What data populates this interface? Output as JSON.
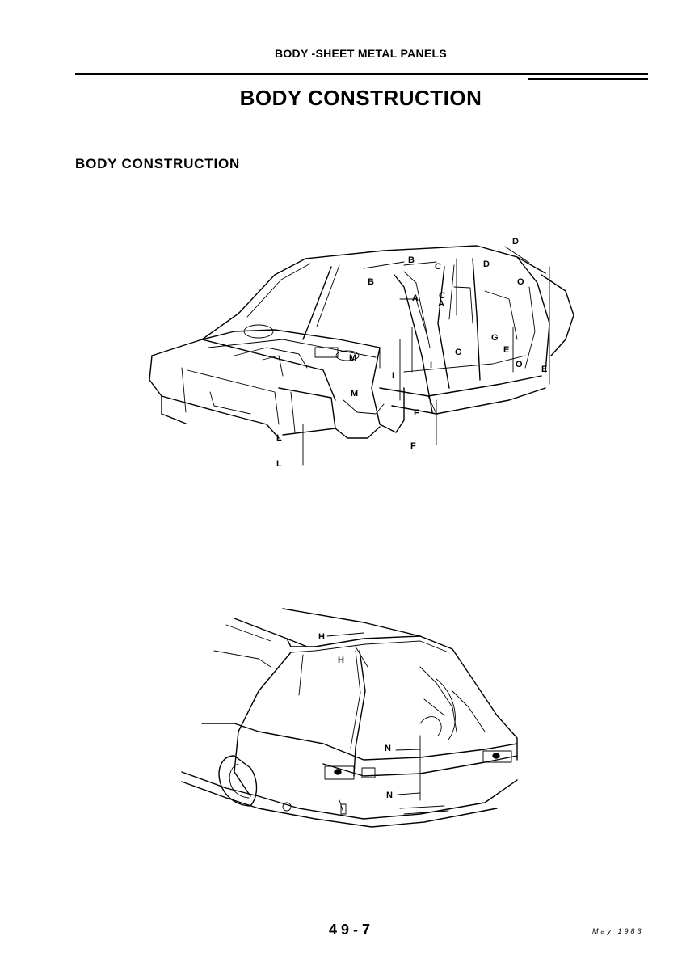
{
  "header": {
    "running_title": "BODY -SHEET METAL PANELS"
  },
  "page": {
    "title": "BODY  CONSTRUCTION"
  },
  "section": {
    "heading": "BODY CONSTRUCTION"
  },
  "figures": {
    "front_labels": [
      "A",
      "A",
      "B",
      "B",
      "C",
      "C",
      "D",
      "D",
      "E",
      "E",
      "F",
      "F",
      "G",
      "G",
      "I",
      "I",
      "L",
      "L",
      "M",
      "M",
      "O",
      "O"
    ],
    "rear_labels": [
      "H",
      "H",
      "N",
      "N"
    ]
  },
  "footer": {
    "page_number": "49-7",
    "date": "May 1983"
  }
}
